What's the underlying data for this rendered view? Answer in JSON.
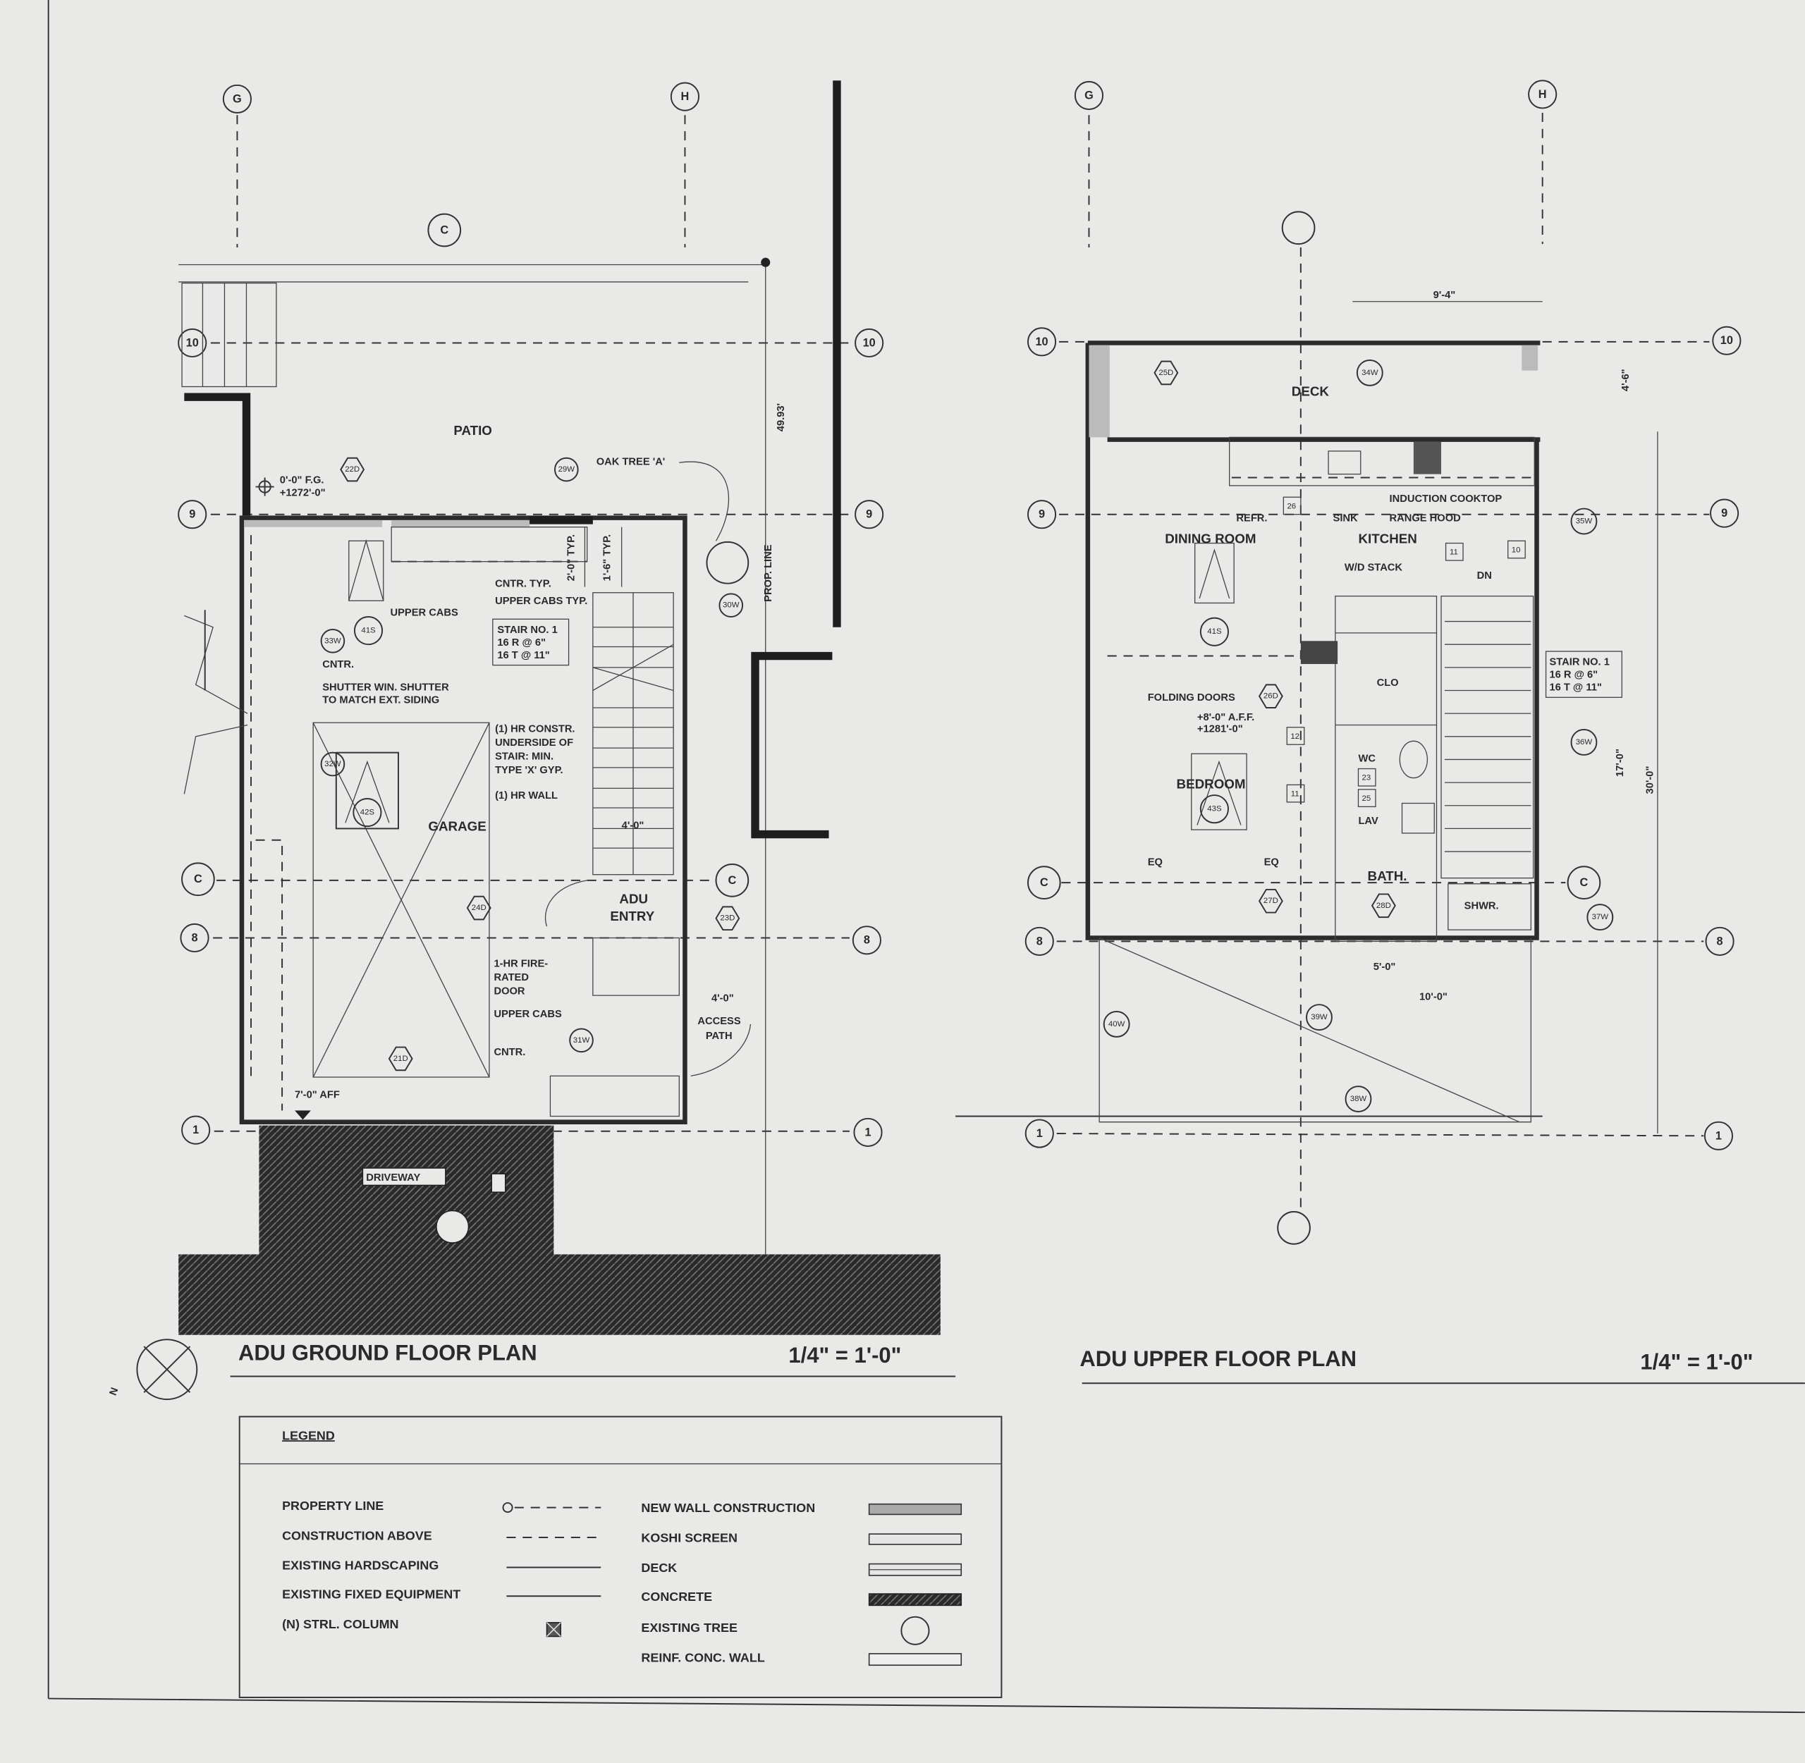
{
  "grid": {
    "g": "G",
    "h": "H",
    "r10": "10",
    "r9": "9",
    "rc": "C",
    "r8": "8",
    "r1": "1"
  },
  "ground": {
    "title": "ADU GROUND FLOOR PLAN",
    "scale": "1/4\"   =   1'-0\"",
    "rooms": {
      "patio": "PATIO",
      "garage": "GARAGE",
      "adu_entry_1": "ADU",
      "adu_entry_2": "ENTRY",
      "driveway": "DRIVEWAY",
      "access_1": "ACCESS",
      "access_2": "PATH"
    },
    "notes": {
      "fg_1": "0'-0\" F.G.",
      "fg_2": "+1272'-0\"",
      "oak": "OAK TREE 'A'",
      "cntr_typ": "CNTR. TYP.",
      "upper_cabs_typ": "UPPER CABS TYP.",
      "upper_cabs": "UPPER CABS",
      "cntr": "CNTR.",
      "shutter_1": "SHUTTER WIN. SHUTTER",
      "shutter_2": "TO MATCH EXT. SIDING",
      "stair_1": "STAIR NO. 1",
      "stair_2": "16 R @ 6\"",
      "stair_3": "16 T @ 11\"",
      "hr_1": "(1) HR CONSTR.",
      "hr_2": "UNDERSIDE OF",
      "hr_3": "STAIR: MIN.",
      "hr_4": "TYPE 'X' GYP.",
      "hr_wall": "(1) HR WALL",
      "fire_1": "1-HR FIRE-",
      "fire_2": "RATED",
      "fire_3": "DOOR",
      "upper_cabs_2": "UPPER CABS",
      "cntr_2": "CNTR.",
      "aff": "7'-0\" AFF",
      "prop_line": "PROP. LINE",
      "prop_dim": "49.93'",
      "typ1": "2'-0\" TYP.",
      "typ2": "1'-6\" TYP.",
      "dim_40": "4'-0\"",
      "dim_44": "4'-0\""
    },
    "tags": {
      "t22d": "22D",
      "t29w": "29W",
      "t41s": "41S",
      "t33w": "33W",
      "t32w": "32W",
      "t30w": "30W",
      "t42s": "42S",
      "t24d": "24D",
      "t23d": "23D",
      "t31w": "31W",
      "t21d": "21D"
    }
  },
  "upper": {
    "title": "ADU UPPER FLOOR PLAN",
    "scale": "1/4\"   =   1'-0\"",
    "rooms": {
      "deck": "DECK",
      "dining": "DINING ROOM",
      "kitchen": "KITCHEN",
      "bedroom": "BEDROOM",
      "bath": "BATH.",
      "wc": "WC",
      "lav": "LAV",
      "shwr": "SHWR.",
      "clo": "CLO",
      "dn": "DN"
    },
    "notes": {
      "refr": "REFR.",
      "sink": "SINK",
      "cooktop": "INDUCTION COOKTOP",
      "hood": "RANGE HOOD",
      "wd": "W/D STACK",
      "folding": "FOLDING DOORS",
      "aff_1": "+8'-0\" A.F.F.",
      "aff_2": "+1281'-0\"",
      "stair_1": "STAIR NO. 1",
      "stair_2": "16 R @ 6\"",
      "stair_3": "16 T @ 11\"",
      "eq": "EQ",
      "dim_94": "9'-4\"",
      "dim_50": "5'-0\"",
      "dim_100": "10'-0\"",
      "dim_46": "4'-6\"",
      "dim_175": "17'-0\"",
      "dim_305": "30'-0\""
    },
    "tags": {
      "t25d": "25D",
      "t34w": "34W",
      "t35w": "35W",
      "t41s": "41S",
      "t26d": "26D",
      "t36w": "36W",
      "t43s": "43S",
      "t27d": "27D",
      "t28d": "28D",
      "t37w": "37W",
      "t39w": "39W",
      "t40w": "40W",
      "t38w": "38W",
      "k26": "26",
      "k11": "11",
      "k10": "10",
      "b12": "12",
      "b11": "11",
      "b23": "23",
      "b25": "25"
    }
  },
  "legend": {
    "title": "LEGEND",
    "items": [
      {
        "label": "PROPERTY LINE"
      },
      {
        "label": "CONSTRUCTION ABOVE"
      },
      {
        "label": "EXISTING HARDSCAPING"
      },
      {
        "label": "EXISTING FIXED EQUIPMENT"
      },
      {
        "label": "(N) STRL. COLUMN"
      },
      {
        "label": "NEW WALL CONSTRUCTION"
      },
      {
        "label": "KOSHI SCREEN"
      },
      {
        "label": "DECK"
      },
      {
        "label": "CONCRETE"
      },
      {
        "label": "EXISTING TREE"
      },
      {
        "label": "REINF. CONC. WALL"
      }
    ]
  },
  "north": "N"
}
